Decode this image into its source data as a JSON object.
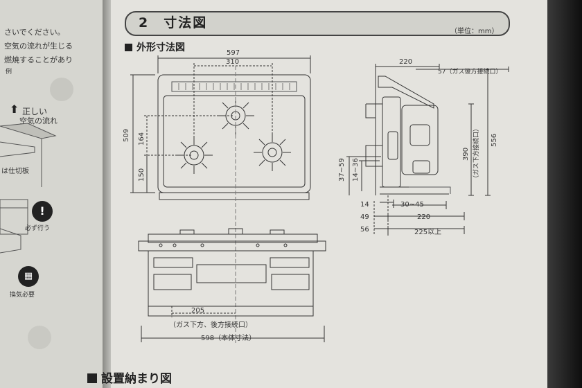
{
  "left_page": {
    "lines": [
      "さいでください。",
      "空気の流れが生じる",
      "燃焼することがあり",
      "例"
    ],
    "correct_flow_label": [
      "正しい",
      "空気の流れ"
    ],
    "partition_label": "は仕切板",
    "must_do_label": "必ず行う",
    "ventilation_label": "換気必要"
  },
  "section": {
    "number": "2",
    "title": "寸法図",
    "unit": "（単位：mm）"
  },
  "subsections": {
    "outer": "外形寸法図",
    "install": "設置納まり図"
  },
  "dims": {
    "top_width": "597",
    "burner_spacing": "310",
    "depth_509": "509",
    "dim_164": "164",
    "dim_150": "150",
    "gas_offset": "205",
    "gas_note": "（ガス下方、後方接続口）",
    "body_width": "598（本体寸法）",
    "side_220_top": "220",
    "side_57": "57（ガス後方接続口）",
    "side_390": "390",
    "side_390_note": "（ガス下方接続口）",
    "side_556": "556",
    "side_37_59": "37~59",
    "side_14_36": "14~36",
    "side_14": "14",
    "side_30_45": "30~45",
    "side_49": "49",
    "side_220_bottom": "220",
    "side_56": "56",
    "side_225": "225以上"
  }
}
